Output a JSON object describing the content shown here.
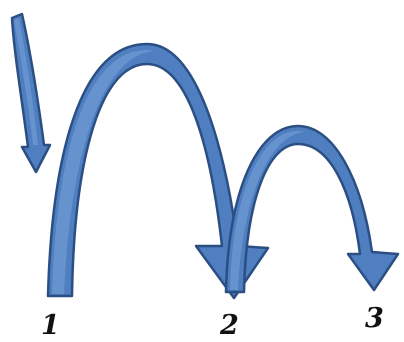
{
  "diagram": {
    "labels": {
      "step_1": "1",
      "step_2": "2",
      "step_3": "3"
    },
    "colors": {
      "arrow_fill": "#4F7FC1",
      "arrow_highlight": "#7AA3D8",
      "arrow_outline": "#2B4F82",
      "label": "#111111",
      "background": "#ffffff"
    },
    "icons": [
      "down-arrow-icon",
      "large-arc-arrow-icon",
      "small-arc-arrow-icon"
    ]
  }
}
